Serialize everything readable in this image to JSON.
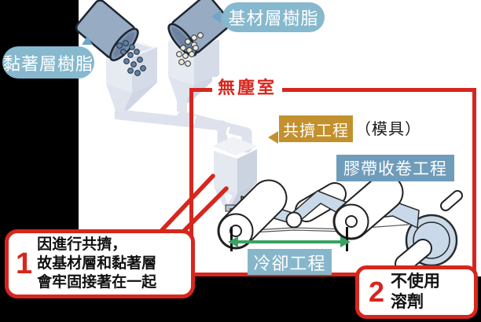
{
  "diagram": {
    "input_labels": {
      "adhesive_resin": "黏著層樹脂",
      "base_resin": "基材層樹脂"
    },
    "clean_room": {
      "title": "無塵室"
    },
    "process_labels": {
      "coextrusion": "共擠工程",
      "mold_note": "（模具）",
      "tape_winding": "膠帶收卷工程",
      "cooling": "冷卻工程"
    },
    "callouts": {
      "note1": {
        "number": "1",
        "line1": "因進行共擠，",
        "line2": "故基材層和黏著層",
        "line3": "會牢固接著在一起"
      },
      "note2": {
        "number": "2",
        "line1": "不使用",
        "line2": "溶劑"
      }
    },
    "colors": {
      "accent_red": "#d7261d",
      "label_blue": "#86b8ce",
      "label_steel_blue": "#6f9cba",
      "label_orange": "#c2912e",
      "arrow_green": "#3aa263",
      "film_blue": "#c9d9e9",
      "machine_gray": "#dde2ec",
      "bucket_blue": "#97abc3",
      "pellet_dark": "#5f81a5",
      "pellet_cream": "#efe9d4"
    }
  }
}
